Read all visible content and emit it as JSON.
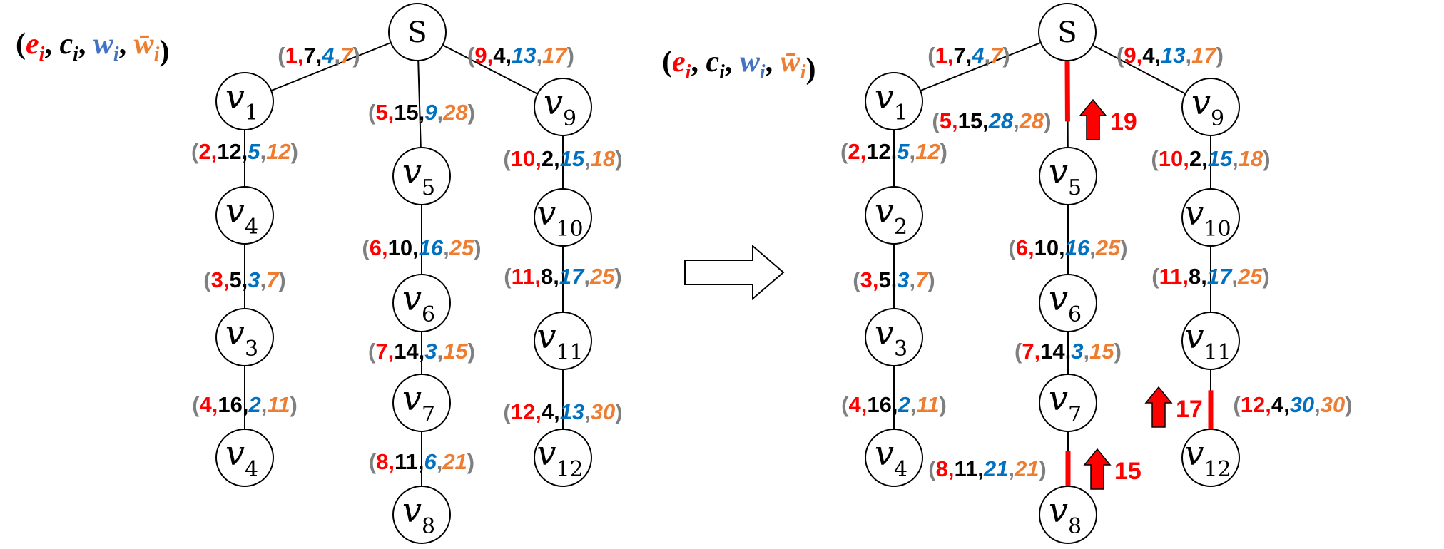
{
  "legend": {
    "open": "(",
    "close": ")",
    "sep": ", ",
    "terms": [
      {
        "base": "e",
        "sub": "i",
        "color": "#ff0000"
      },
      {
        "base": "c",
        "sub": "i",
        "color": "#000000"
      },
      {
        "base": "w",
        "sub": "i",
        "color": "#4472c4"
      },
      {
        "base": "w̄",
        "sub": "i",
        "color": "#ed7d31"
      }
    ]
  },
  "colors": {
    "paren": "#7f7f7f",
    "paren_purple": "#7030a0",
    "e": "#ff0000",
    "c": "#000000",
    "w": "#0070c0",
    "wbar": "#ed7d31",
    "highlight": "#ff0000"
  },
  "transform_arrow": "hollow-right-arrow",
  "left_tree": {
    "root": "S",
    "nodes": [
      {
        "id": "S",
        "base": "S",
        "sub": ""
      },
      {
        "id": "v1",
        "base": "v",
        "sub": "1"
      },
      {
        "id": "v4a",
        "base": "v",
        "sub": "4"
      },
      {
        "id": "v3",
        "base": "v",
        "sub": "3"
      },
      {
        "id": "v4b",
        "base": "v",
        "sub": "4"
      },
      {
        "id": "v5",
        "base": "v",
        "sub": "5"
      },
      {
        "id": "v6",
        "base": "v",
        "sub": "6"
      },
      {
        "id": "v7",
        "base": "v",
        "sub": "7"
      },
      {
        "id": "v8",
        "base": "v",
        "sub": "8"
      },
      {
        "id": "v9",
        "base": "v",
        "sub": "9"
      },
      {
        "id": "v10",
        "base": "v",
        "sub": "10"
      },
      {
        "id": "v11",
        "base": "v",
        "sub": "11"
      },
      {
        "id": "v12",
        "base": "v",
        "sub": "12"
      }
    ],
    "edges": [
      {
        "from": "S",
        "to": "v1",
        "e": "1",
        "c": "7",
        "w": "4",
        "wbar": "7"
      },
      {
        "from": "v1",
        "to": "v4a",
        "e": "2",
        "c": "12",
        "w": "5",
        "wbar": "12"
      },
      {
        "from": "v4a",
        "to": "v3",
        "e": "3",
        "c": "5",
        "w": "3",
        "wbar": "7"
      },
      {
        "from": "v3",
        "to": "v4b",
        "e": "4",
        "c": "16",
        "w": "2",
        "wbar": "11"
      },
      {
        "from": "S",
        "to": "v5",
        "e": "5",
        "c": "15",
        "w": "9",
        "wbar": "28"
      },
      {
        "from": "v5",
        "to": "v6",
        "e": "6",
        "c": "10",
        "w": "16",
        "wbar": "25"
      },
      {
        "from": "v6",
        "to": "v7",
        "e": "7",
        "c": "14",
        "w": "3",
        "wbar": "15"
      },
      {
        "from": "v7",
        "to": "v8",
        "e": "8",
        "c": "11",
        "w": "6",
        "wbar": "21"
      },
      {
        "from": "S",
        "to": "v9",
        "e": "9",
        "c": "4",
        "w": "13",
        "wbar": "17"
      },
      {
        "from": "v9",
        "to": "v10",
        "e": "10",
        "c": "2",
        "w": "15",
        "wbar": "18"
      },
      {
        "from": "v10",
        "to": "v11",
        "e": "11",
        "c": "8",
        "w": "17",
        "wbar": "25"
      },
      {
        "from": "v11",
        "to": "v12",
        "e": "12",
        "c": "4",
        "w": "13",
        "wbar": "30"
      }
    ]
  },
  "right_tree": {
    "root": "S",
    "nodes": [
      {
        "id": "S",
        "base": "S",
        "sub": ""
      },
      {
        "id": "v1",
        "base": "v",
        "sub": "1"
      },
      {
        "id": "v2",
        "base": "v",
        "sub": "2"
      },
      {
        "id": "v3",
        "base": "v",
        "sub": "3"
      },
      {
        "id": "v4",
        "base": "v",
        "sub": "4"
      },
      {
        "id": "v5",
        "base": "v",
        "sub": "5"
      },
      {
        "id": "v6",
        "base": "v",
        "sub": "6"
      },
      {
        "id": "v7",
        "base": "v",
        "sub": "7"
      },
      {
        "id": "v8",
        "base": "v",
        "sub": "8"
      },
      {
        "id": "v9",
        "base": "v",
        "sub": "9"
      },
      {
        "id": "v10",
        "base": "v",
        "sub": "10"
      },
      {
        "id": "v11",
        "base": "v",
        "sub": "11"
      },
      {
        "id": "v12",
        "base": "v",
        "sub": "12"
      }
    ],
    "edges": [
      {
        "from": "S",
        "to": "v1",
        "e": "1",
        "c": "7",
        "w": "4",
        "wbar": "7"
      },
      {
        "from": "v1",
        "to": "v2",
        "e": "2",
        "c": "12",
        "w": "5",
        "wbar": "12"
      },
      {
        "from": "v2",
        "to": "v3",
        "e": "3",
        "c": "5",
        "w": "3",
        "wbar": "7"
      },
      {
        "from": "v3",
        "to": "v4",
        "e": "4",
        "c": "16",
        "w": "2",
        "wbar": "11"
      },
      {
        "from": "S",
        "to": "v5",
        "e": "5",
        "c": "15",
        "w": "28",
        "wbar": "28",
        "highlight": true,
        "increase": "19"
      },
      {
        "from": "v5",
        "to": "v6",
        "e": "6",
        "c": "10",
        "w": "16",
        "wbar": "25"
      },
      {
        "from": "v6",
        "to": "v7",
        "e": "7",
        "c": "14",
        "w": "3",
        "wbar": "15"
      },
      {
        "from": "v7",
        "to": "v8",
        "e": "8",
        "c": "11",
        "w": "21",
        "wbar": "21",
        "highlight": true,
        "increase": "15"
      },
      {
        "from": "S",
        "to": "v9",
        "e": "9",
        "c": "4",
        "w": "13",
        "wbar": "17"
      },
      {
        "from": "v9",
        "to": "v10",
        "e": "10",
        "c": "2",
        "w": "15",
        "wbar": "18"
      },
      {
        "from": "v10",
        "to": "v11",
        "e": "11",
        "c": "8",
        "w": "17",
        "wbar": "25"
      },
      {
        "from": "v11",
        "to": "v12",
        "e": "12",
        "c": "4",
        "w": "30",
        "wbar": "30",
        "highlight": true,
        "increase": "17"
      }
    ]
  }
}
